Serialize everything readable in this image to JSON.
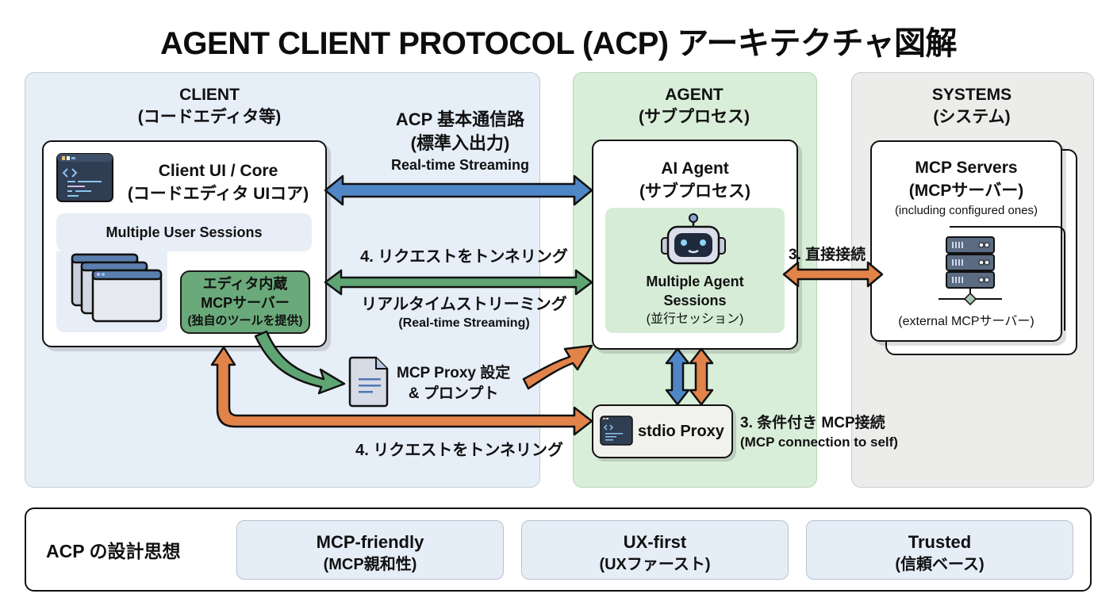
{
  "title": "AGENT CLIENT PROTOCOL (ACP) アーキテクチャ図解",
  "colors": {
    "client_zone": "#e6eef8",
    "agent_zone": "#d9eed8",
    "systems_zone": "#ececea",
    "arrow_blue": "#4f86c6",
    "arrow_green": "#5fa574",
    "arrow_orange": "#e2834a",
    "editor_mcp_box": "#6aa97a"
  },
  "client": {
    "heading": "CLIENT",
    "subheading": "(コードエディタ等)",
    "core": {
      "title": "Client UI / Core",
      "subtitle": "(コードエディタ UIコア)",
      "icon": "code-editor-icon"
    },
    "sessions": {
      "label": "Multiple User Sessions",
      "icon": "stacked-windows-icon"
    },
    "editor_mcp": {
      "line1": "エディタ内蔵",
      "line2": "MCPサーバー",
      "line3": "(独自のツールを提供)"
    }
  },
  "channels": {
    "acp_main": {
      "line1": "ACP 基本通信路",
      "line2": "(標準入出力)",
      "line3": "Real-time Streaming"
    },
    "tunnel_top": "4. リクエストをトンネリング",
    "streaming": {
      "line1": "リアルタイムストリーミング",
      "line2": "(Real-time Streaming)"
    },
    "proxy_config": {
      "line1": "MCP Proxy 設定",
      "line2": "& プロンプト",
      "icon": "document-icon"
    },
    "tunnel_bottom": "4. リクエストをトンネリング",
    "direct": "3. 直接接続",
    "conditional": {
      "line1": "3. 条件付き MCP接続",
      "line2": "(MCP connection to self)"
    }
  },
  "agent": {
    "heading": "AGENT",
    "subheading": "(サブプロセス)",
    "ai": {
      "title": "AI Agent",
      "subtitle": "(サブプロセス)",
      "icon": "robot-icon"
    },
    "sessions": {
      "line1": "Multiple Agent",
      "line2": "Sessions",
      "line3": "(並行セッション)"
    },
    "proxy": {
      "label": "stdio Proxy",
      "icon": "terminal-icon"
    }
  },
  "systems": {
    "heading": "SYSTEMS",
    "subheading": "(システム)",
    "mcp": {
      "title": "MCP Servers",
      "subtitle": "(MCPサーバー)",
      "note": "(including configured ones)",
      "external": "(external MCPサーバー)",
      "icon": "server-rack-icon"
    }
  },
  "philosophy": {
    "label": "ACP の設計思想",
    "items": [
      {
        "title": "MCP-friendly",
        "subtitle": "(MCP親和性)"
      },
      {
        "title": "UX-first",
        "subtitle": "(UXファースト)"
      },
      {
        "title": "Trusted",
        "subtitle": "(信頼ベース)"
      }
    ]
  }
}
